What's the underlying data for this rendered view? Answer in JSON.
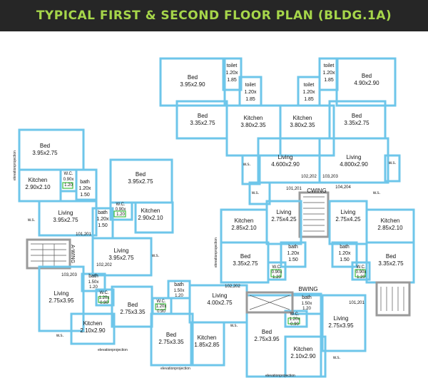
{
  "title": "TYPICAL FIRST & SECOND FLOOR PLAN (BLDG.1A)",
  "colors": {
    "header_bg": "#262626",
    "title": "#a6d64a",
    "wall": "#6ec6ea",
    "window": "#9a9a9a",
    "fixture": "#3fbf3f"
  },
  "wings": [
    "CWING",
    "A-WING",
    "BWING"
  ],
  "rooms": {
    "c_bed_l_name": "Bed",
    "c_bed_l_dim": "3.95x2.90",
    "c_toilet_l_name": "toilet",
    "c_toilet_l_d1": "1.20x",
    "c_toilet_l_d2": "1.85",
    "c_toilet_ll_name": "toilet",
    "c_toilet_ll_d1": "1.20x",
    "c_toilet_ll_d2": "1.85",
    "c_toilet_r_name": "toilet",
    "c_toilet_r_d1": "1.20x",
    "c_toilet_r_d2": "1.85",
    "c_toilet_rr_name": "toilet",
    "c_toilet_rr_d1": "1.20x",
    "c_toilet_rr_d2": "1.85",
    "c_bed_r_name": "Bed",
    "c_bed_r_dim": "4.90x2.90",
    "c_bed2_l_name": "Bed",
    "c_bed2_l_dim": "3.35x2.75",
    "c_kit_l_name": "Kitchen",
    "c_kit_l_dim": "3.80x2.35",
    "c_kit_r_name": "Kitchen",
    "c_kit_r_dim": "3.80x2.35",
    "c_bed2_r_name": "Bed",
    "c_bed2_r_dim": "3.35x2.75",
    "c_liv_l_name": "Living",
    "c_liv_l_dim": "4.600x2.90",
    "c_liv_r_name": "Living",
    "c_liv_r_dim": "4.800x2.90",
    "a_bed1_name": "Bed",
    "a_bed1_dim": "3.95x2.75",
    "a_kit1_name": "Kitchen",
    "a_kit1_dim": "2.90x2.10",
    "a_wc1_name": "W.C.",
    "a_wc1_d1": "0.90x",
    "a_wc1_d2": "1.20",
    "a_bath1_name": "bath",
    "a_bath1_d1": "1.20x",
    "a_bath1_d2": "1.50",
    "a_bed2_name": "Bed",
    "a_bed2_dim": "3.95x2.75",
    "a_liv1_name": "Living",
    "a_liv1_dim": "3.95x2.75",
    "a_bath2_name": "bath",
    "a_bath2_d1": "1.20x",
    "a_bath2_d2": "1.50",
    "a_wc2_name": "W.C.",
    "a_wc2_d1": "0.90x",
    "a_wc2_d2": "1.20",
    "a_kit2_name": "Kitchen",
    "a_kit2_dim": "2.90x2.10",
    "a_liv2_name": "Living",
    "a_liv2_dim": "3.95x2.75",
    "m_kit_l_name": "Kitchen",
    "m_kit_l_dim": "2.85x2.10",
    "m_liv_l_name": "Living",
    "m_liv_l_dim": "2.75x4.25",
    "m_liv_r_name": "Living",
    "m_liv_r_dim": "2.75x4.25",
    "m_kit_r_name": "Kitchen",
    "m_kit_r_dim": "2.85x2.10",
    "m_bed_l_name": "Bed",
    "m_bed_l_dim": "3.35x2.75",
    "m_bath_l_name": "bath",
    "m_bath_l_d1": "1.20x",
    "m_bath_l_d2": "1.50",
    "m_wc_l_name": "W.C.",
    "m_wc_l_d1": "0.90x",
    "m_wc_l_d2": "1.20",
    "m_bath_r_name": "bath",
    "m_bath_r_d1": "1.20x",
    "m_bath_r_d2": "1.50",
    "m_wc_r_name": "W.C.",
    "m_wc_r_d1": "0.90x",
    "m_wc_r_d2": "1.20",
    "m_bed_r_name": "Bed",
    "m_bed_r_dim": "3.35x2.75",
    "b_liv1_name": "Living",
    "b_liv1_dim": "2.75x3.95",
    "b_bath1_name": "bath",
    "b_bath1_d1": "1.50x",
    "b_bath1_d2": "1.20",
    "b_wc1_name": "W.C.",
    "b_wc1_d1": "1.20x",
    "b_wc1_d2": "0.90",
    "b_bed1_name": "Bed",
    "b_bed1_dim": "2.75x3.35",
    "b_kit1_name": "Kitchen",
    "b_kit1_dim": "2.10x2.90",
    "b_bath2_name": "bath",
    "b_bath2_d1": "1.50x",
    "b_bath2_d2": "1.20",
    "b_wc2_name": "W.C.",
    "b_wc2_d1": "1.20x",
    "b_wc2_d2": "0.90",
    "b_liv2_name": "Living",
    "b_liv2_dim": "4.00x2.75",
    "b_bed2_name": "Bed",
    "b_bed2_dim": "2.75x3.35",
    "b_kit2_name": "Kitchen",
    "b_kit2_dim": "1.85x2.85",
    "b_bath3_name": "bath",
    "b_bath3_d1": "1.50x",
    "b_bath3_d2": "1.20",
    "b_wc3_name": "W.C.",
    "b_wc3_d1": "1.20x",
    "b_wc3_d2": "0.90",
    "b_liv3_name": "Living",
    "b_liv3_dim": "2.75x3.95",
    "b_bed3_name": "Bed",
    "b_bed3_dim": "2.75x3.95",
    "b_kit3_name": "Kitchen",
    "b_kit3_dim": "2.10x2.90"
  },
  "unit_numbers": {
    "u102_202": "102,202",
    "u103_203_c": "103,203",
    "u101_201_c": "101,201",
    "u104_204": "104,204",
    "u101_201_a": "101,201",
    "u102_202_a": "102,202",
    "u103_203_a": "103,203",
    "u102_202_b": "102,202",
    "u101_201_b": "101,201"
  },
  "ws_label": "w.s.",
  "elevation_label": "elevationprojection"
}
